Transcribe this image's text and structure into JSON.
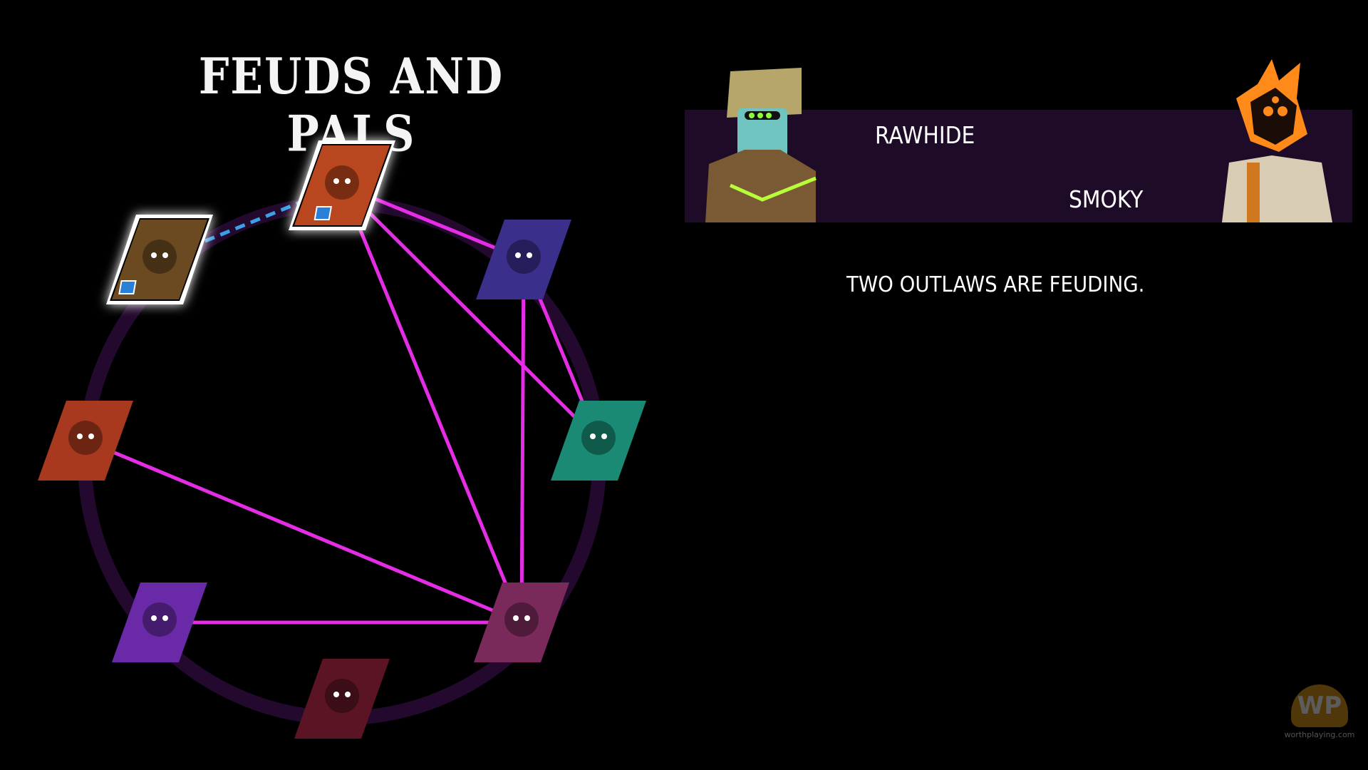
{
  "title": "FEUDS AND PALS",
  "event": {
    "outlaw_a": "RAWHIDE",
    "outlaw_b": "SMOKY",
    "description": "TWO OUTLAWS ARE FEUDING."
  },
  "graph": {
    "nodes": [
      {
        "portrait": "flaming-skull",
        "highlighted": true,
        "badge": true,
        "color": "#b8461e"
      },
      {
        "portrait": "robot-cowboy",
        "highlighted": true,
        "badge": true,
        "color": "#6b4a22"
      },
      {
        "portrait": "hat-ghost",
        "highlighted": false,
        "badge": false,
        "color": "#3a2f8a"
      },
      {
        "portrait": "green-hood",
        "highlighted": false,
        "badge": false,
        "color": "#1a8a74"
      },
      {
        "portrait": "horse",
        "highlighted": false,
        "badge": false,
        "color": "#a8391e"
      },
      {
        "portrait": "pink-spiky",
        "highlighted": false,
        "badge": false,
        "color": "#6a2aa8"
      },
      {
        "portrait": "purple-cowboy",
        "highlighted": false,
        "badge": false,
        "color": "#7a2a5a"
      },
      {
        "portrait": "octopus",
        "highlighted": false,
        "badge": false,
        "color": "#5a1424"
      }
    ],
    "feuds": [
      [
        0,
        2
      ],
      [
        0,
        3
      ],
      [
        0,
        6
      ],
      [
        2,
        3
      ],
      [
        2,
        6
      ],
      [
        4,
        6
      ],
      [
        5,
        6
      ]
    ],
    "pending": [
      [
        1,
        0
      ]
    ],
    "feud_color": "#e62de6",
    "pending_color": "#3aa0e8",
    "ring_color": "#24092e"
  },
  "watermark": "worthplaying.com"
}
